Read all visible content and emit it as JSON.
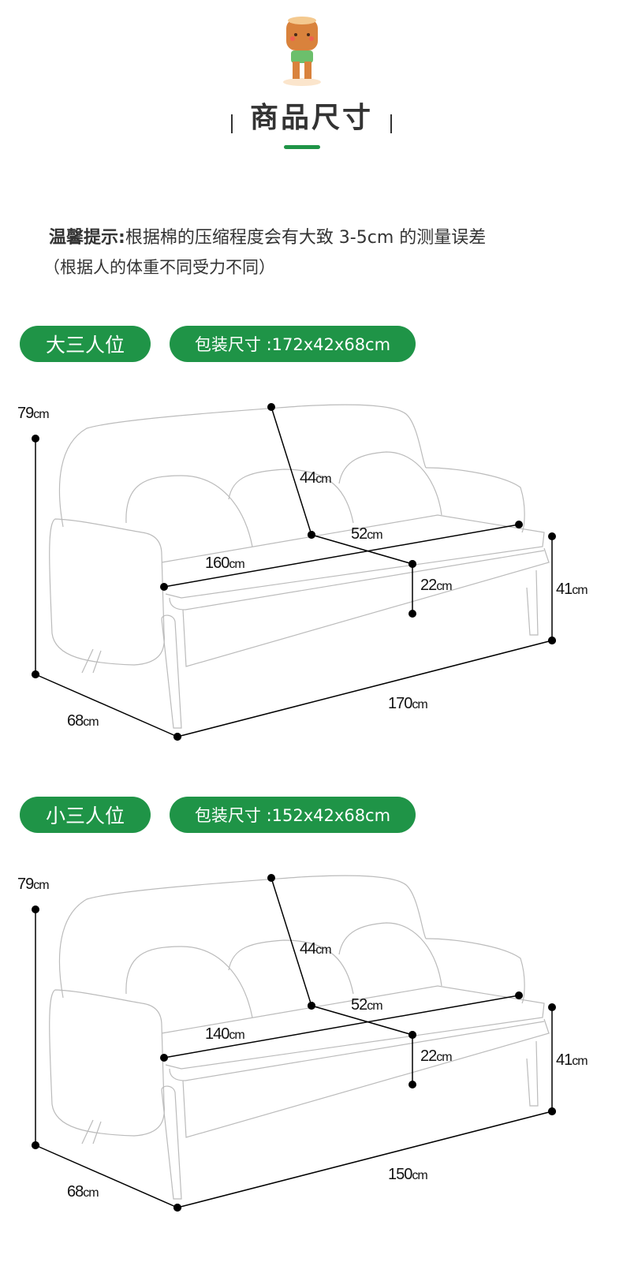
{
  "header": {
    "title": "商品尺寸"
  },
  "tip": {
    "label": "温馨提示:",
    "text": "根据棉的压缩程度会有大致 3-5cm 的测量误差",
    "note": "（根据人的体重不同受力不同）"
  },
  "colors": {
    "accent": "#1f9447",
    "line": "#bbbbbb"
  },
  "sections": [
    {
      "name": "大三人位",
      "package": "包装尺寸 :172x42x68cm",
      "dims": {
        "height": "79",
        "back": "44",
        "depth_seat": "52",
        "seat_width": "160",
        "seat_thick": "22",
        "seat_height": "41",
        "width": "170",
        "depth": "68"
      },
      "unit": "cm"
    },
    {
      "name": "小三人位",
      "package": "包装尺寸 :152x42x68cm",
      "dims": {
        "height": "79",
        "back": "44",
        "depth_seat": "52",
        "seat_width": "140",
        "seat_thick": "22",
        "seat_height": "41",
        "width": "150",
        "depth": "68"
      },
      "unit": "cm"
    }
  ]
}
